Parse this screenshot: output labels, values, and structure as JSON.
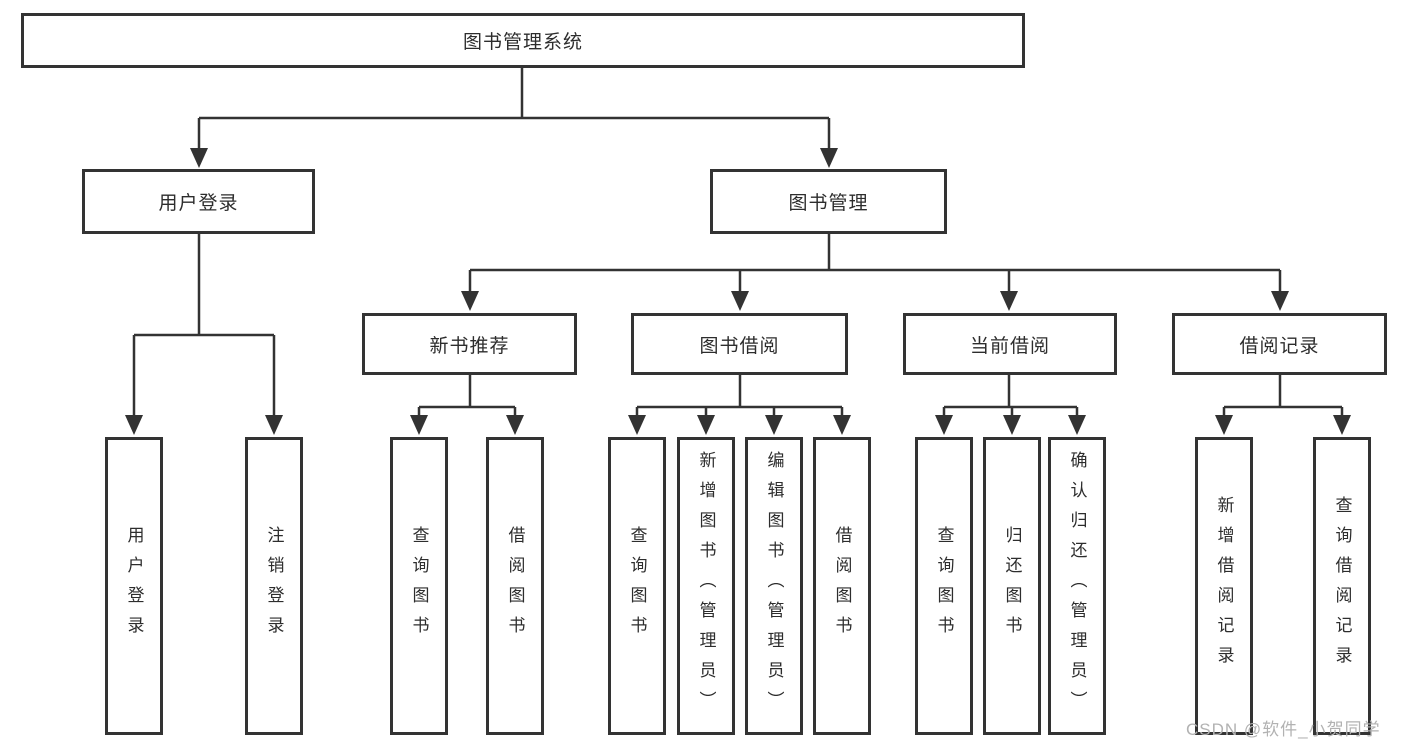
{
  "tree": {
    "label": "图书管理系统",
    "children": [
      {
        "label": "用户登录",
        "children": [
          {
            "label": "用户登录"
          },
          {
            "label": "注销登录"
          }
        ]
      },
      {
        "label": "图书管理",
        "children": [
          {
            "label": "新书推荐",
            "children": [
              {
                "label": "查询图书"
              },
              {
                "label": "借阅图书"
              }
            ]
          },
          {
            "label": "图书借阅",
            "children": [
              {
                "label": "查询图书"
              },
              {
                "label": "新增图书（管理员）"
              },
              {
                "label": "编辑图书（管理员）"
              },
              {
                "label": "借阅图书"
              }
            ]
          },
          {
            "label": "当前借阅",
            "children": [
              {
                "label": "查询图书"
              },
              {
                "label": "归还图书"
              },
              {
                "label": "确认归还（管理员）"
              }
            ]
          },
          {
            "label": "借阅记录",
            "children": [
              {
                "label": "新增借阅记录"
              },
              {
                "label": "查询借阅记录"
              }
            ]
          }
        ]
      }
    ]
  },
  "watermark": {
    "text": "CSDN @软件_小贺同学"
  },
  "colors": {
    "line": "#333333",
    "box_border": "#333333",
    "box_fill": "#ffffff",
    "watermark_text": "#b2b2b2"
  }
}
